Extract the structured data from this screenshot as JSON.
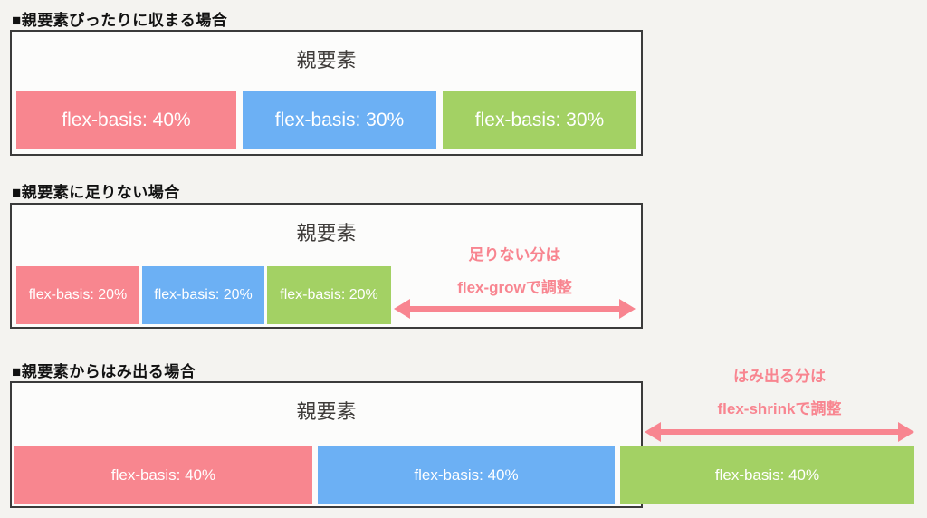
{
  "colors": {
    "page-bg": "#f4f3f0",
    "parent-bg": "#fcfcfb",
    "parent-border": "#3b3b3b",
    "heading-text": "#111111",
    "parent-label-text": "#3f3c3a",
    "pink": "#f8868f",
    "blue": "#6cb0f4",
    "green": "#a3d164",
    "annotation": "#f88590"
  },
  "sections": [
    {
      "heading": "■親要素ぴったりに収まる場合",
      "parent_label": "親要素",
      "items": [
        {
          "label": "flex-basis: 40%",
          "color": "#f8868f"
        },
        {
          "label": "flex-basis: 30%",
          "color": "#6cb0f4"
        },
        {
          "label": "flex-basis: 30%",
          "color": "#a3d164"
        }
      ]
    },
    {
      "heading": "■親要素に足りない場合",
      "parent_label": "親要素",
      "items": [
        {
          "label": "flex-basis: 20%",
          "color": "#f8868f"
        },
        {
          "label": "flex-basis: 20%",
          "color": "#6cb0f4"
        },
        {
          "label": "flex-basis: 20%",
          "color": "#a3d164"
        }
      ],
      "annotation": {
        "line1": "足りない分は",
        "line2": "flex-growで調整"
      }
    },
    {
      "heading": "■親要素からはみ出る場合",
      "parent_label": "親要素",
      "items": [
        {
          "label": "flex-basis: 40%",
          "color": "#f8868f"
        },
        {
          "label": "flex-basis: 40%",
          "color": "#6cb0f4"
        },
        {
          "label": "flex-basis: 40%",
          "color": "#a3d164"
        }
      ],
      "annotation": {
        "line1": "はみ出る分は",
        "line2": "flex-shrinkで調整"
      }
    }
  ]
}
